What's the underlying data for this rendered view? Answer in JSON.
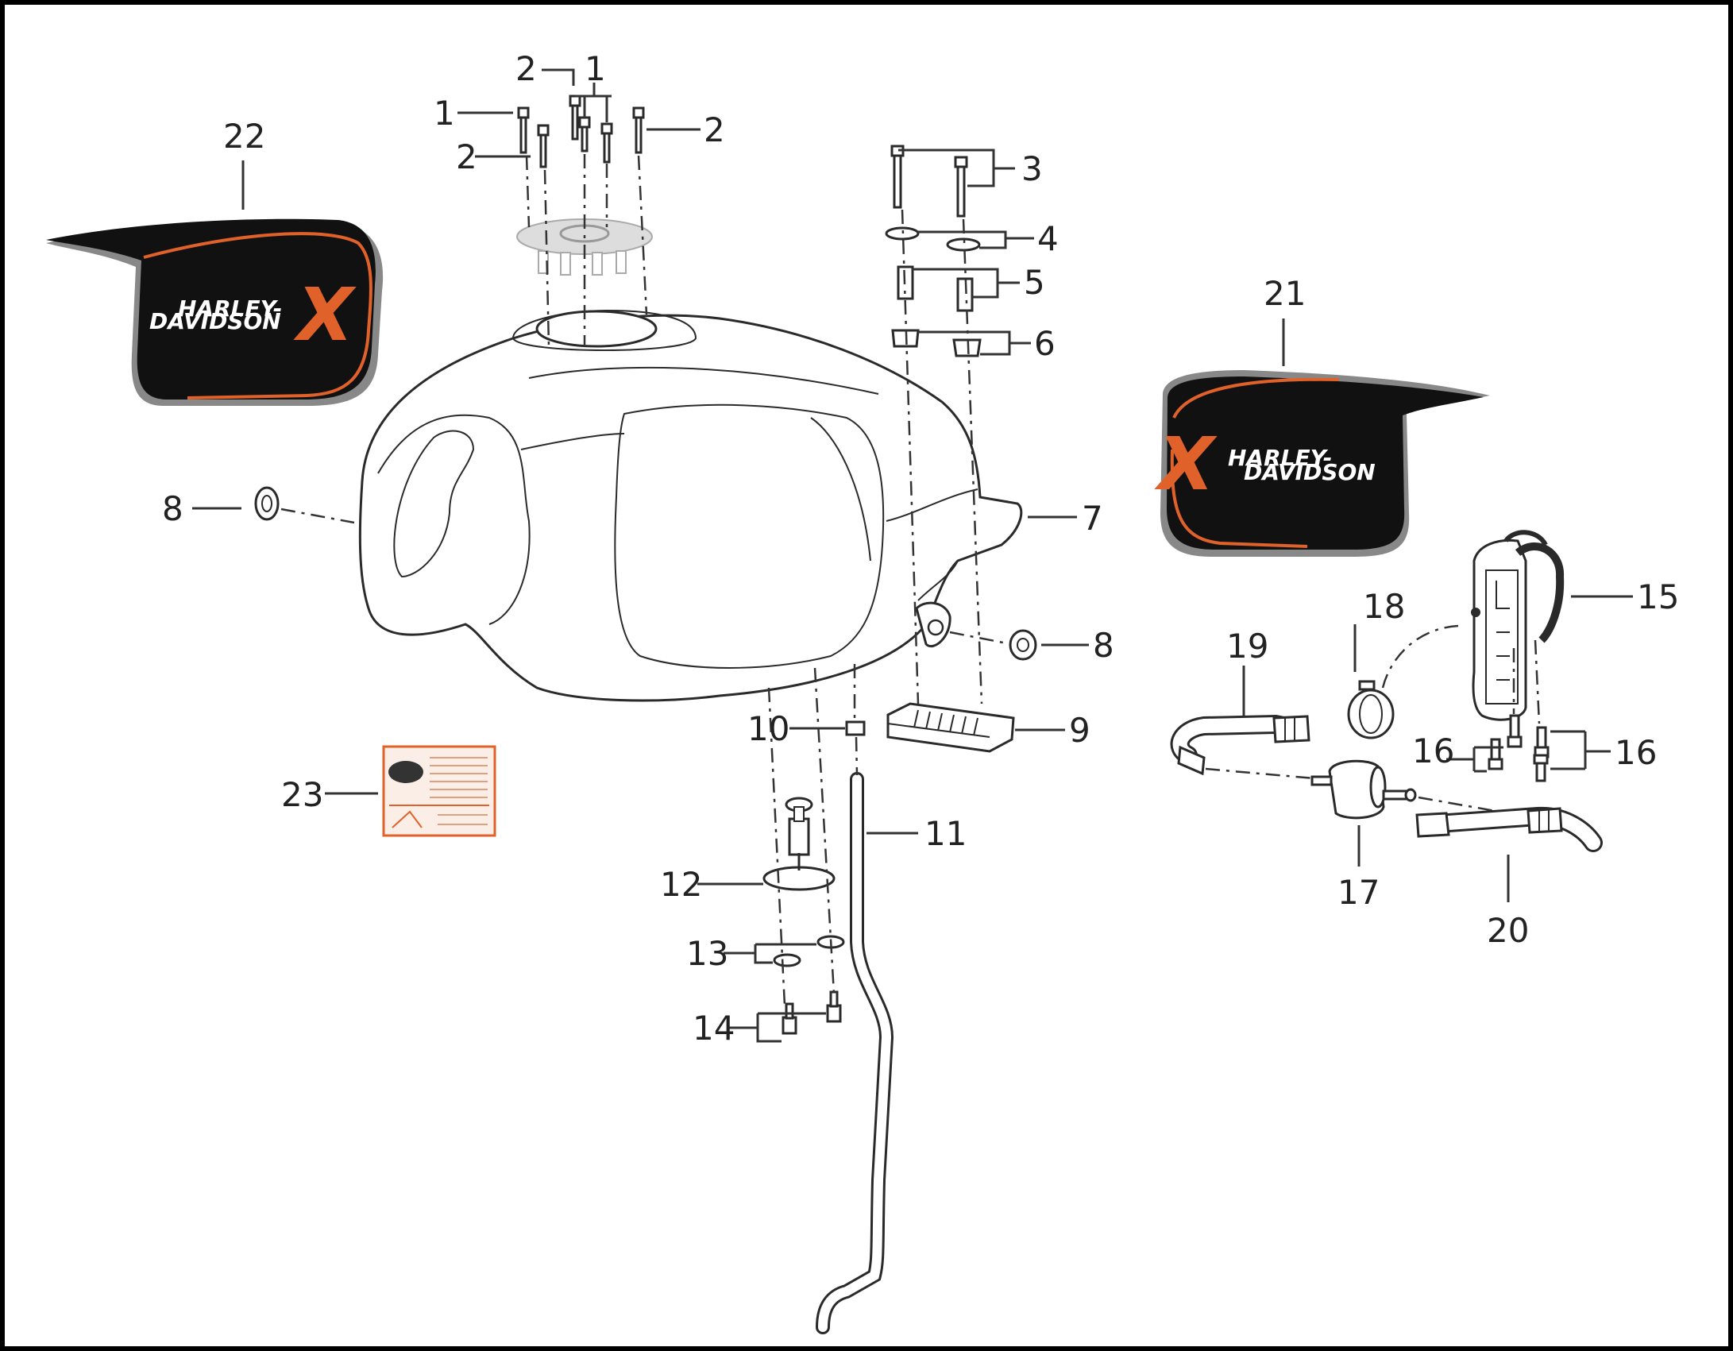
{
  "diagram": {
    "labels": [
      {
        "id": "1a",
        "text": "1"
      },
      {
        "id": "1b",
        "text": "1"
      },
      {
        "id": "2a",
        "text": "2"
      },
      {
        "id": "2b",
        "text": "2"
      },
      {
        "id": "2c",
        "text": "2"
      },
      {
        "id": "3",
        "text": "3"
      },
      {
        "id": "4",
        "text": "4"
      },
      {
        "id": "5",
        "text": "5"
      },
      {
        "id": "6",
        "text": "6"
      },
      {
        "id": "7",
        "text": "7"
      },
      {
        "id": "8a",
        "text": "8"
      },
      {
        "id": "8b",
        "text": "8"
      },
      {
        "id": "9",
        "text": "9"
      },
      {
        "id": "10",
        "text": "10"
      },
      {
        "id": "11",
        "text": "11"
      },
      {
        "id": "12",
        "text": "12"
      },
      {
        "id": "13",
        "text": "13"
      },
      {
        "id": "14",
        "text": "14"
      },
      {
        "id": "15",
        "text": "15"
      },
      {
        "id": "16a",
        "text": "16"
      },
      {
        "id": "16b",
        "text": "16"
      },
      {
        "id": "17",
        "text": "17"
      },
      {
        "id": "18",
        "text": "18"
      },
      {
        "id": "19",
        "text": "19"
      },
      {
        "id": "20",
        "text": "20"
      },
      {
        "id": "21",
        "text": "21"
      },
      {
        "id": "22",
        "text": "22"
      },
      {
        "id": "23",
        "text": "23"
      }
    ],
    "decals": {
      "left": {
        "line1": "HARLEY-",
        "line2": "DAVIDSON",
        "mark": "X"
      },
      "right": {
        "line1": "HARLEY-",
        "line2": "DAVIDSON",
        "mark": "X"
      }
    },
    "colors": {
      "accent": "#e0622a",
      "decal": "#111111",
      "line": "#2a2a2a"
    }
  }
}
